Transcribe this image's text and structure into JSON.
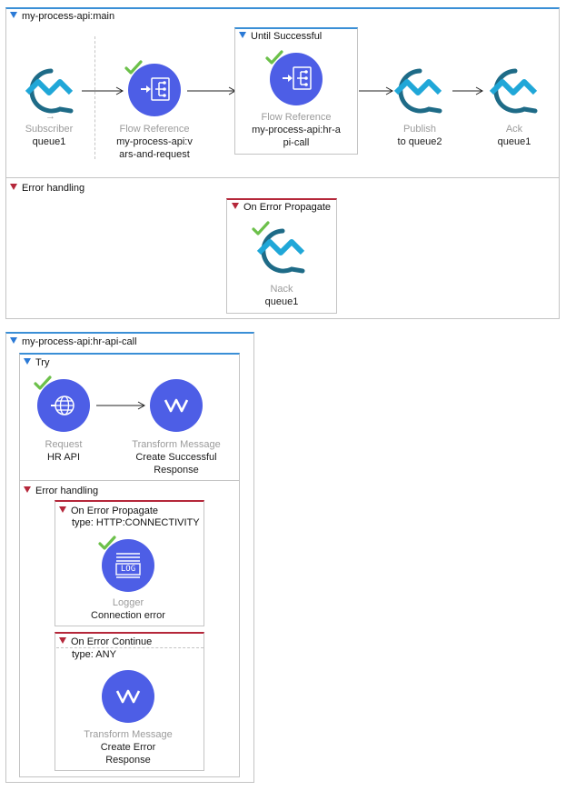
{
  "main_flow": {
    "title": "my-process-api:main",
    "subscriber": {
      "type_label": "Subscriber",
      "name": "queue1"
    },
    "flow_ref_1": {
      "type_label": "Flow Reference",
      "name": "my-process-api:vars-and-request"
    },
    "until_successful": {
      "title": "Until Successful",
      "type_label": "Flow Reference",
      "name": "my-process-api:hr-api-call"
    },
    "publish": {
      "type_label": "Publish",
      "name": "to queue2"
    },
    "ack": {
      "type_label": "Ack",
      "name": "queue1"
    },
    "error_handling": {
      "title": "Error handling",
      "on_error": {
        "title": "On Error Propagate",
        "type_label": "Nack",
        "name": "queue1"
      }
    }
  },
  "sub_flow": {
    "title": "my-process-api:hr-api-call",
    "try": {
      "title": "Try",
      "request": {
        "type_label": "Request",
        "name": "HR API"
      },
      "transform": {
        "type_label": "Transform Message",
        "name": "Create Successful Response"
      }
    },
    "error_handling": {
      "title": "Error handling",
      "propagate": {
        "title": "On Error Propagate",
        "type": "type: HTTP:CONNECTIVITY",
        "logger": {
          "type_label": "Logger",
          "name": "Connection error",
          "icon_text": "LOG"
        }
      },
      "continue": {
        "title": "On Error Continue",
        "type": "type: ANY",
        "transform": {
          "type_label": "Transform Message",
          "name": "Create Error Response"
        }
      }
    }
  },
  "colors": {
    "flow_accent": "#3a8fd6",
    "error_accent": "#b5273a",
    "component_blue": "#4d5ee6",
    "anypoint_mq_dark": "#1e6b87",
    "anypoint_mq_light": "#20a7d8",
    "check_green": "#6cc04a"
  }
}
